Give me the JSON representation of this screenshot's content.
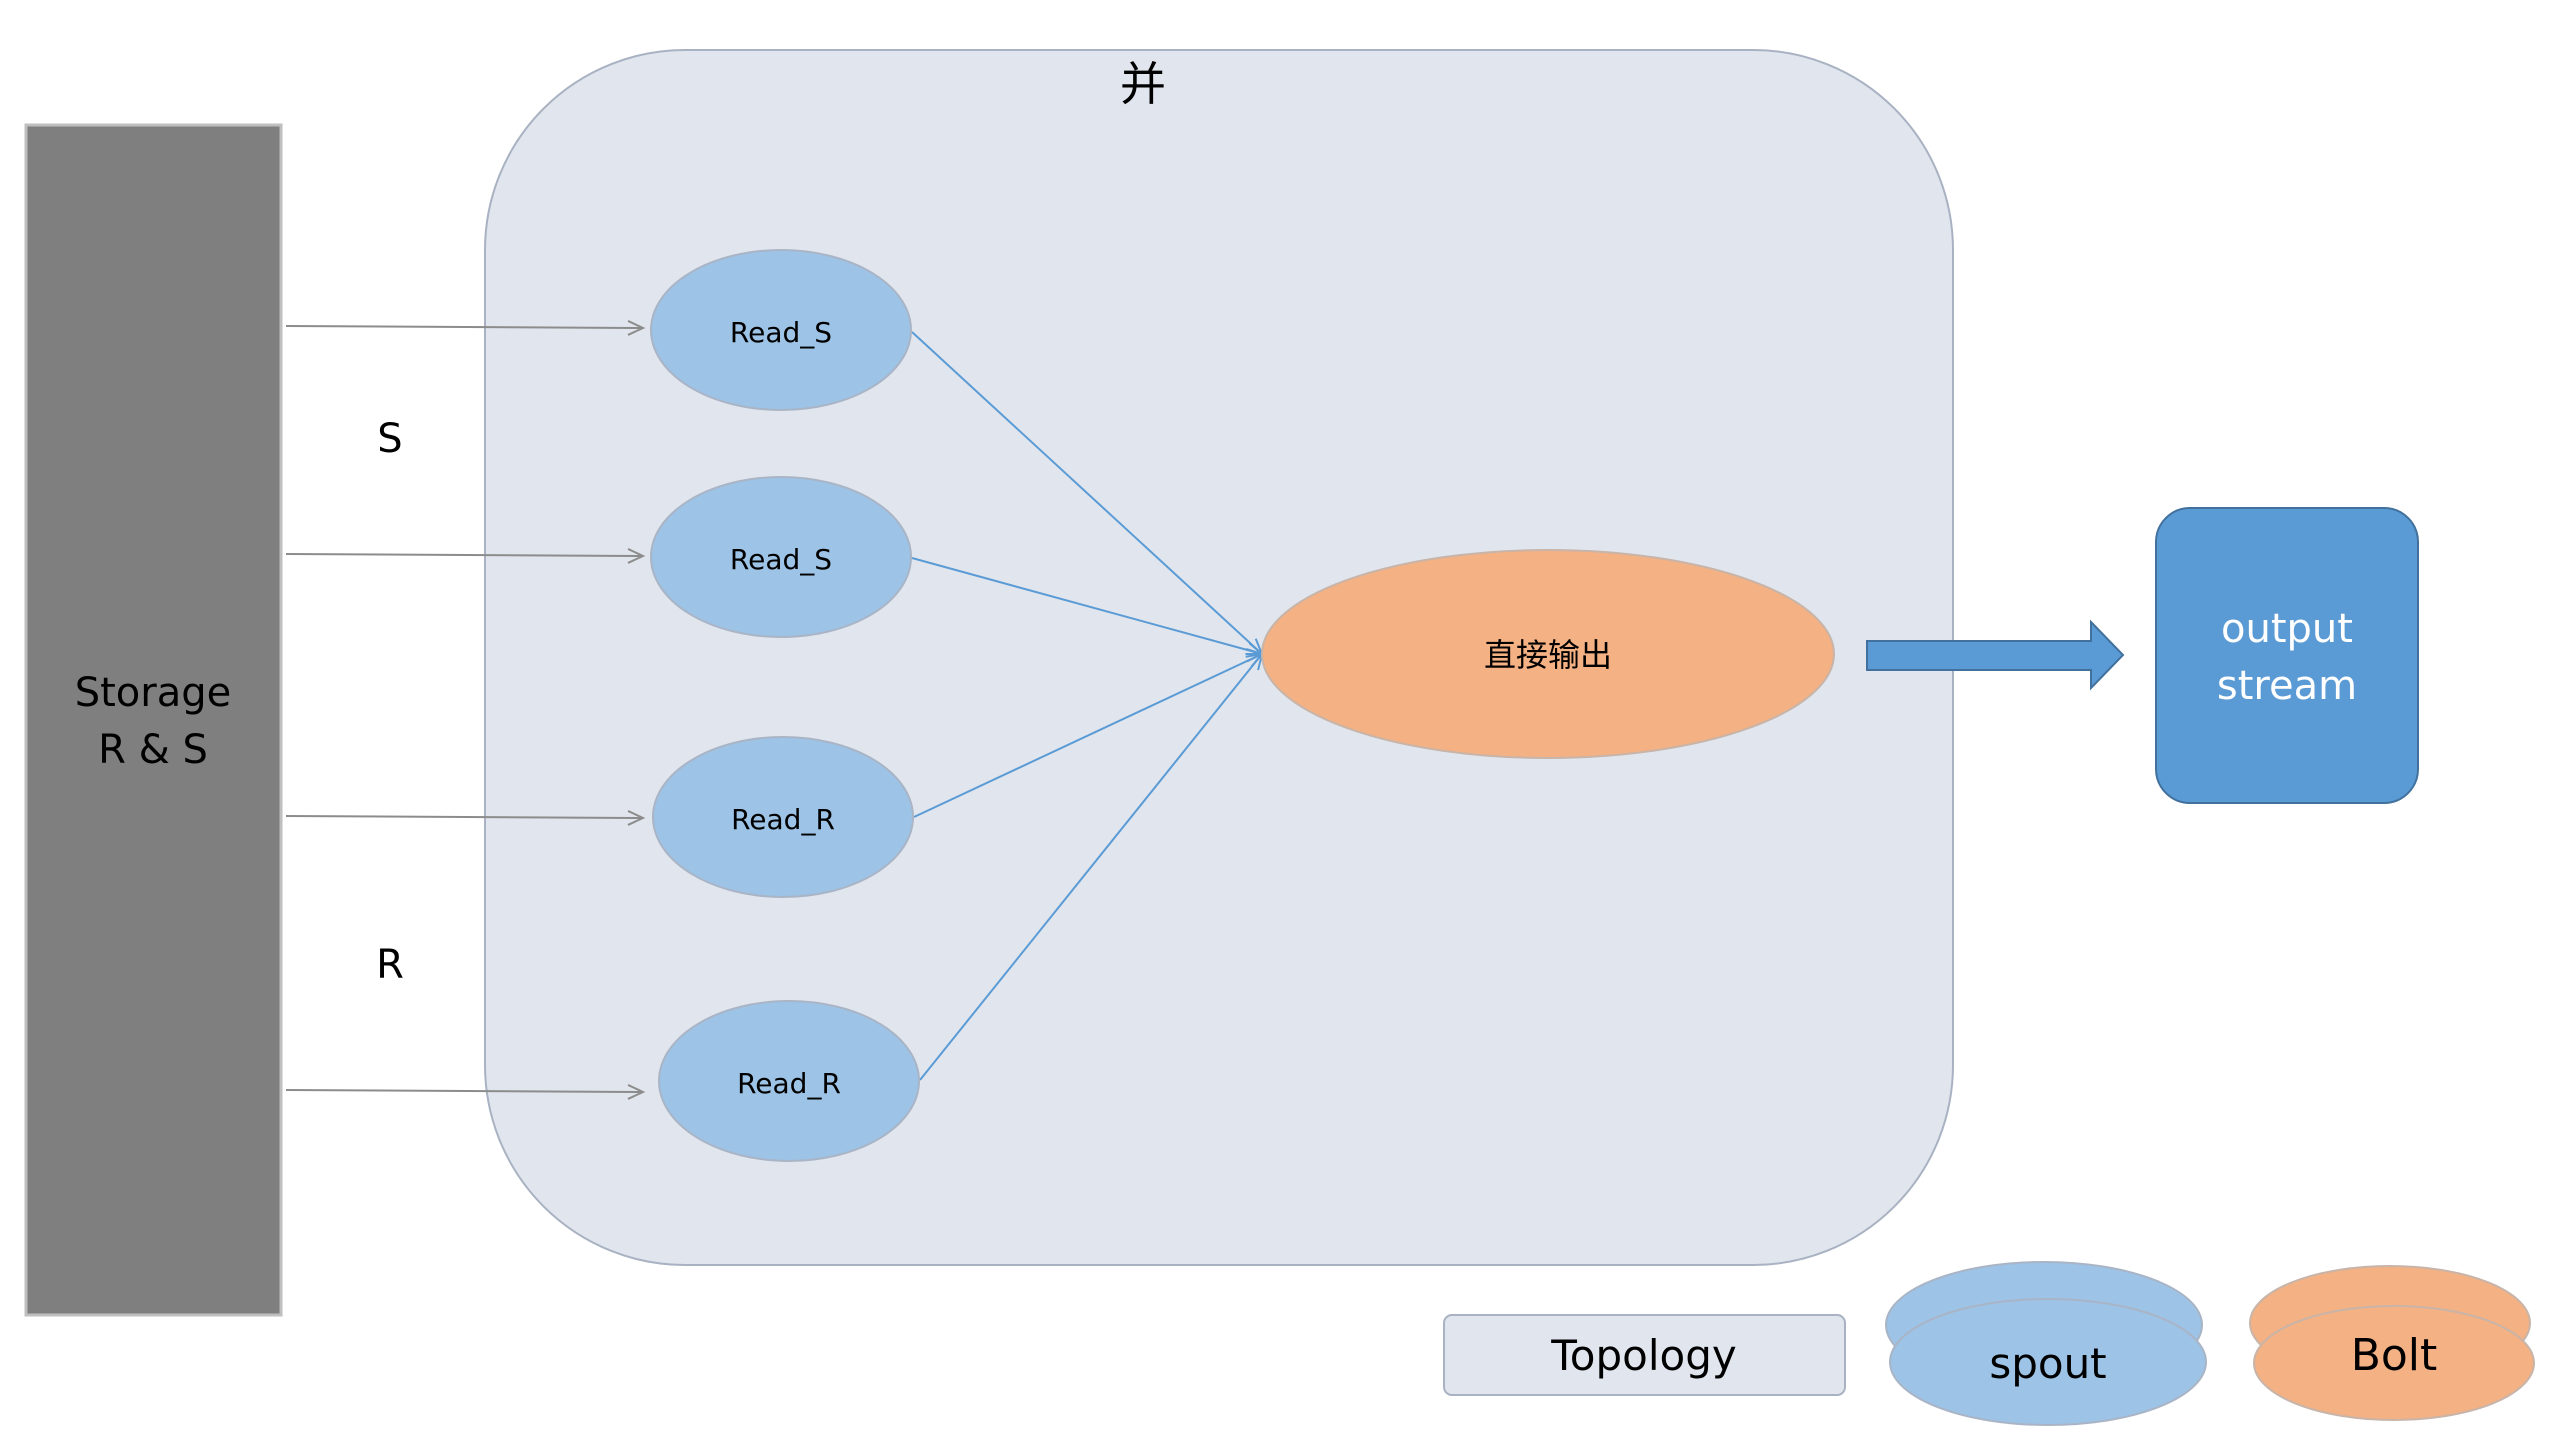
{
  "storage": {
    "line1": "Storage",
    "line2": "R & S"
  },
  "stream_labels": {
    "s": "S",
    "r": "R"
  },
  "topology": {
    "title": "并"
  },
  "spouts": [
    {
      "label": "Read_S"
    },
    {
      "label": "Read_S"
    },
    {
      "label": "Read_R"
    },
    {
      "label": "Read_R"
    }
  ],
  "bolt": {
    "label": "直接输出"
  },
  "output": {
    "line1": "output",
    "line2": "stream"
  },
  "legend": {
    "topology": "Topology",
    "spout": "spout",
    "bolt": "Bolt"
  },
  "colors": {
    "storage_fill": "#7f7f7f",
    "topology_fill": "#e1e6ee",
    "topology_stroke": "#a9b2c2",
    "spout_fill": "#9dc3e6",
    "spout_stroke": "#a9b5c6",
    "bolt_fill": "#f4b183",
    "bolt_stroke": "#c8b4a8",
    "output_fill": "#5b9bd5",
    "output_stroke": "#41719c",
    "storage_arrow": "#8c8c8c",
    "flow_arrow": "#5b9bd5"
  }
}
